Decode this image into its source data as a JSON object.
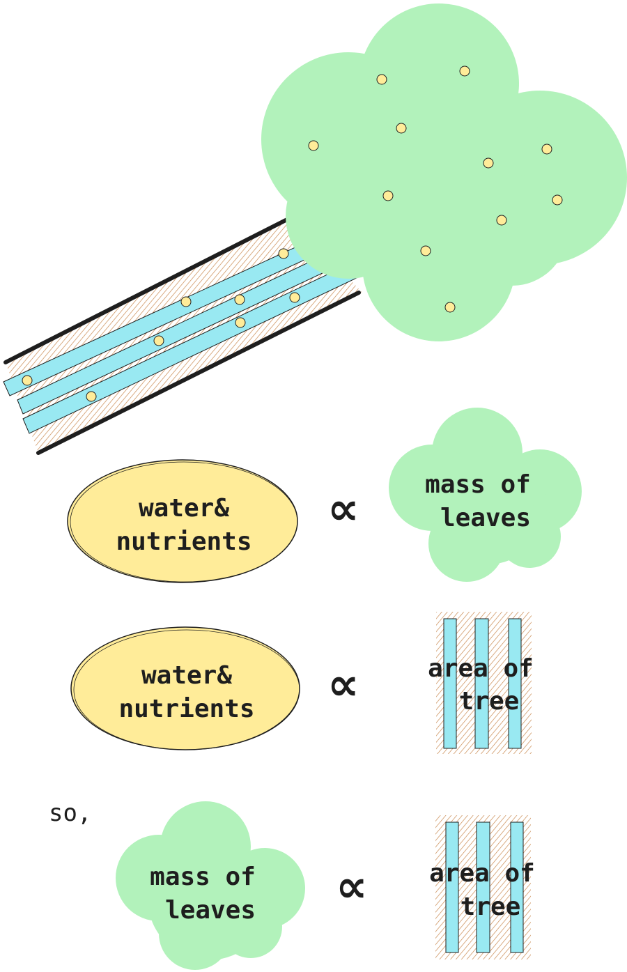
{
  "colors": {
    "leaf_green": "#b2f2bb",
    "nutrient_yellow": "#ffec99",
    "vessel_blue": "#99e9f2",
    "bark_brown": "#c9894f",
    "ink": "#1e1e1e"
  },
  "row1": {
    "left_line1": "water&",
    "left_line2": "nutrients",
    "symbol": "∝",
    "right_line1": "mass of",
    "right_line2": "leaves"
  },
  "row2": {
    "left_line1": "water&",
    "left_line2": "nutrients",
    "symbol": "∝",
    "right_line1": "area of",
    "right_line2": "tree"
  },
  "row3": {
    "prefix": "so,",
    "left_line1": "mass of",
    "left_line2": "leaves",
    "symbol": "∝",
    "right_line1": "area of",
    "right_line2": "tree"
  }
}
